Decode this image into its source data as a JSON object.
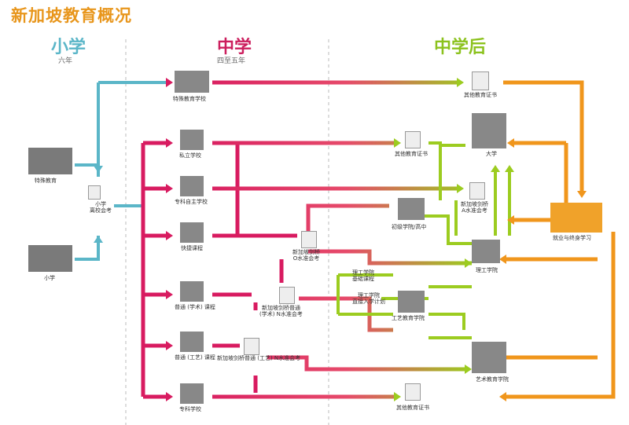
{
  "title": "新加坡教育概况",
  "stages": [
    {
      "label": "小学",
      "sub": "六年",
      "color": "#5bb6c8"
    },
    {
      "label": "中学",
      "sub": "四至五年",
      "color": "#cc1f5e"
    },
    {
      "label": "中学后",
      "sub": "",
      "color": "#8cc21e"
    }
  ],
  "colors": {
    "primary": "#5bb6c8",
    "secondary": "#d81b60",
    "post": "#9ccc20",
    "career": "#f0961c"
  },
  "nodes": {
    "special_ed": "特殊教育",
    "primary": "小学",
    "psle": "小学\n离校会考",
    "special_school": "特殊教育学校",
    "private_school": "私立学校",
    "independent_school": "专科自主学校",
    "express": "快捷课程",
    "normal_academic": "普通 (学术) 课程",
    "normal_technical": "普通 (工艺) 课程",
    "specialised_school": "专科学校",
    "o_level": "新加坡剑桥\nO水准会考",
    "na_level": "新加坡剑桥普通\n(学术) N水准会考",
    "nt_level": "新加坡剑桥普通 (工艺) N水准会考",
    "other_cert_top": "其他教育证书",
    "other_cert_mid": "其他教育证书",
    "other_cert_bottom": "其他教育证书",
    "university": "大学",
    "a_level": "新加坡剑桥\nA水准会考",
    "jc": "初级学院/高中",
    "poly_foundation": "理工学院\n基础课程",
    "poly_direct": "理工学院\n直接入学计划",
    "polytechnic": "理工学院",
    "ite": "工艺教育学院",
    "arts": "艺术教育学院",
    "career": "就业与终身学习"
  }
}
